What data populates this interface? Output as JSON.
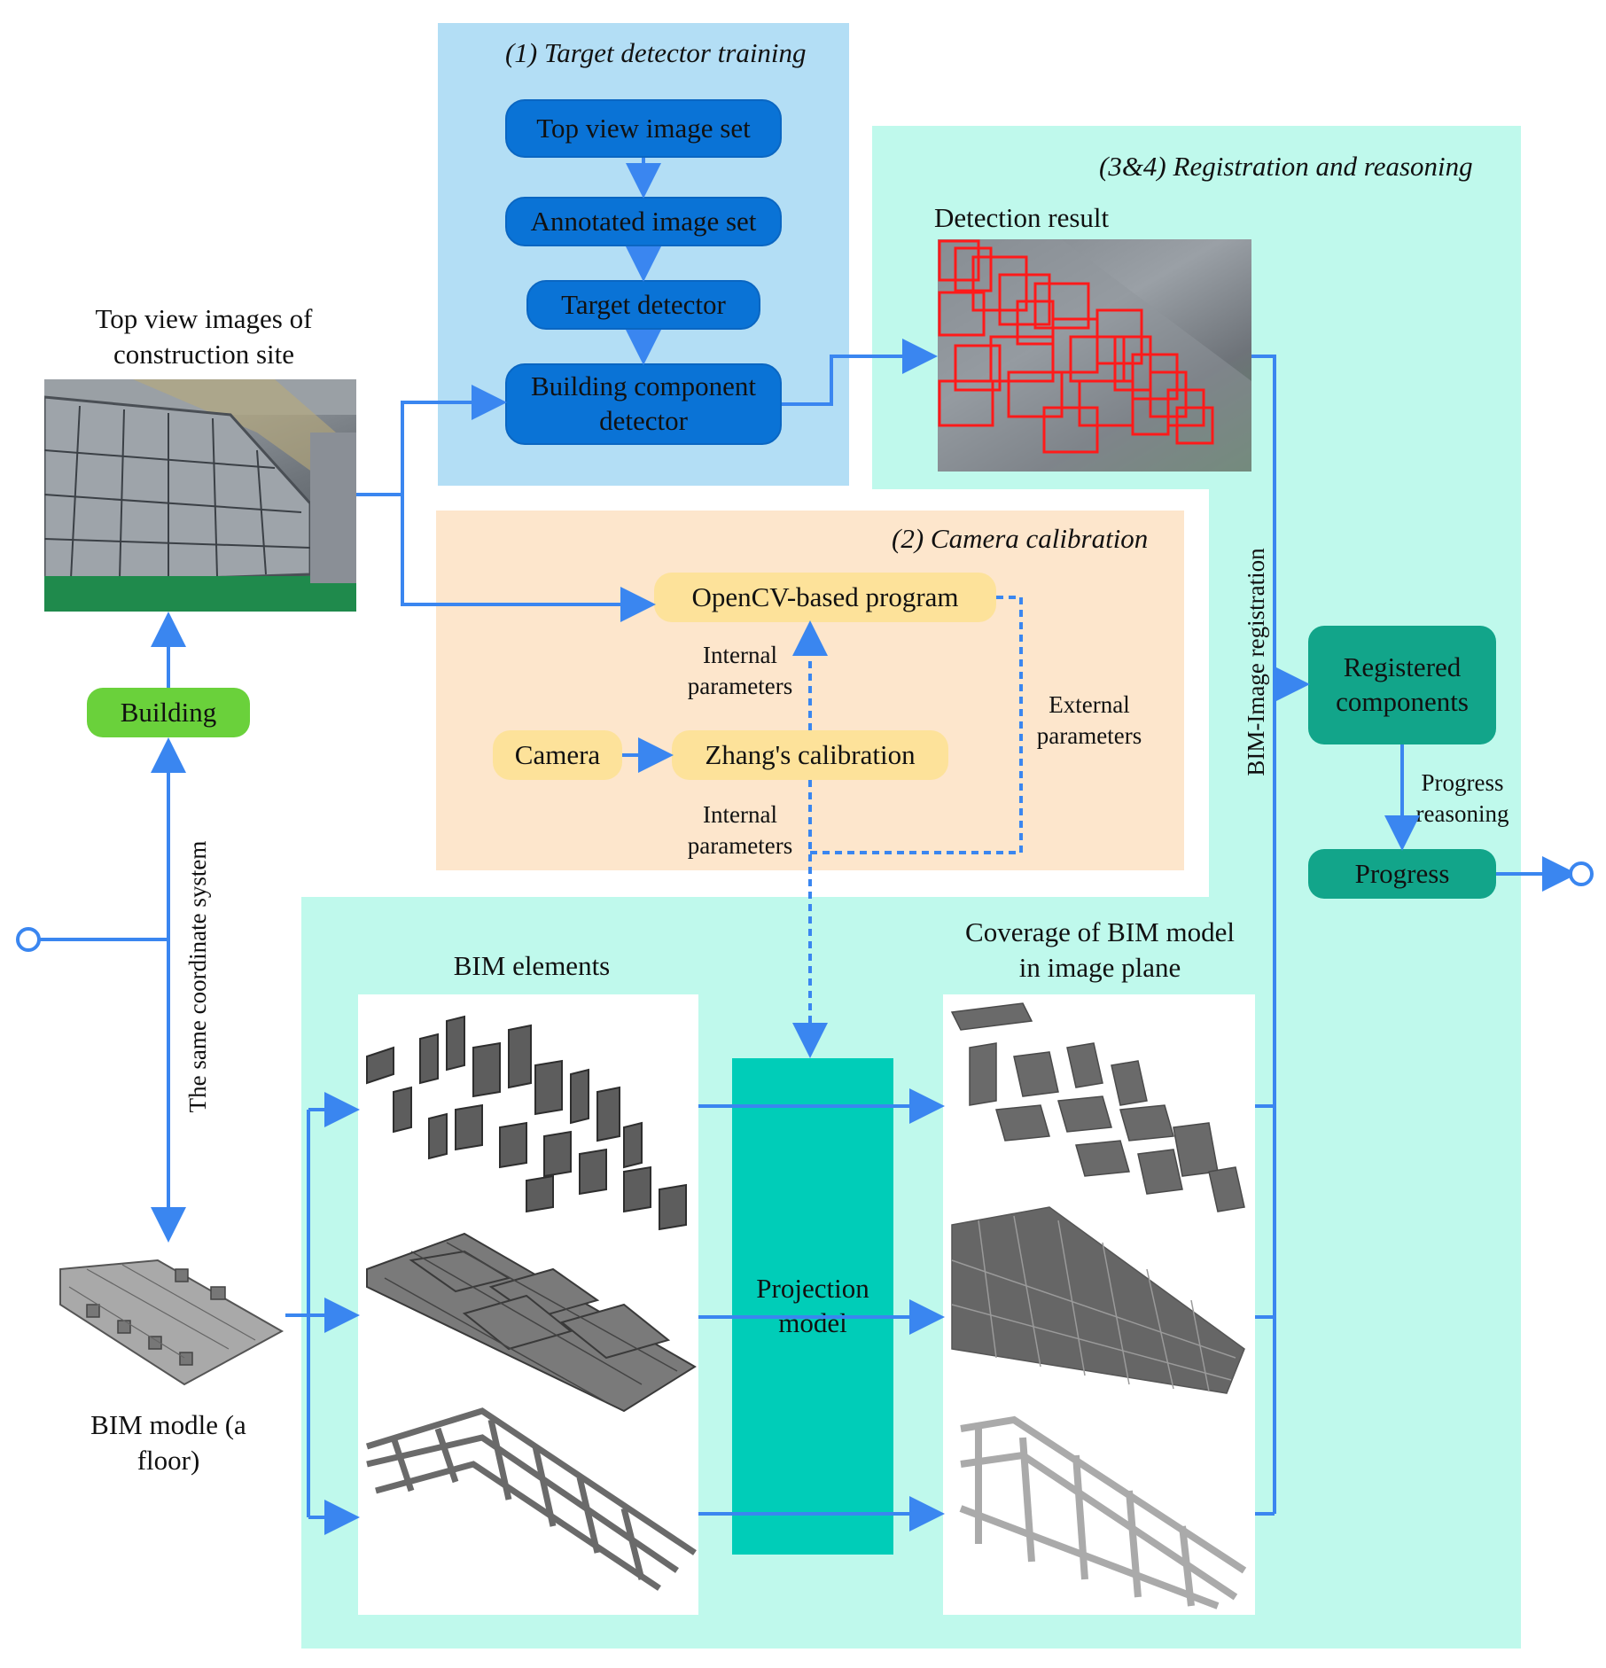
{
  "panels": {
    "target_detector": {
      "title": "(1) Target detector training"
    },
    "camera_calibration": {
      "title": "(2) Camera calibration"
    },
    "registration": {
      "title": "(3&4) Registration and reasoning"
    }
  },
  "nodes": {
    "top_view_image_set": "Top view image set",
    "annotated_image_set": "Annotated image set",
    "target_detector": "Target detector",
    "building_component_detector": "Building component detector",
    "opencv_program": "OpenCV-based program",
    "camera": "Camera",
    "zhang_calibration": "Zhang's calibration",
    "building": "Building",
    "registered_components": "Registered components",
    "progress": "Progress",
    "projection_model": "Projection model"
  },
  "labels": {
    "top_view_images": "Top view images of construction site",
    "detection_result": "Detection result",
    "internal_parameters_top": "Internal parameters",
    "internal_parameters_bottom": "Internal parameters",
    "external_parameters": "External parameters",
    "bim_image_registration": "BIM-Image registration",
    "progress_reasoning": "Progress reasoning",
    "same_coordinate_system": "The same coordinate system",
    "bim_model": "BIM modle (a floor)",
    "bim_elements": "BIM elements",
    "coverage": "Coverage of BIM model in image plane"
  },
  "colors": {
    "arrow": "#3a86f0",
    "panel_blue": "#b3def5",
    "panel_orange": "#fde6cc",
    "panel_cyan": "#bff9ec",
    "node_blue": "#0a73d6",
    "node_yellow": "#fde29a",
    "node_green": "#6ad13b",
    "node_teal": "#12a58a",
    "projection": "#00cdb8",
    "detection_box": "#ff1a1a"
  }
}
